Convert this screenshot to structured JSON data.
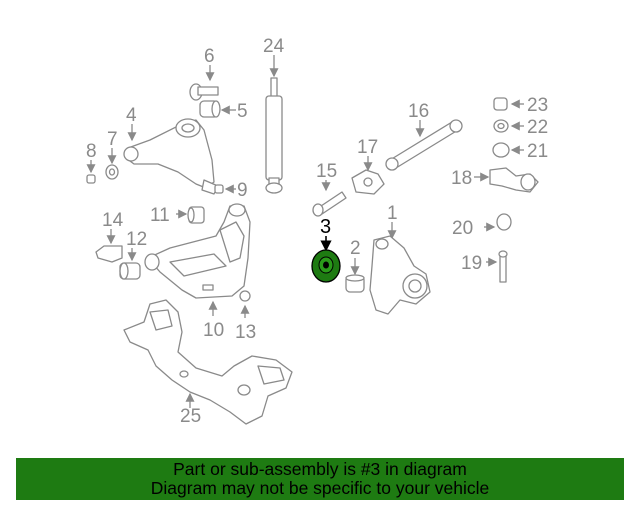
{
  "diagram": {
    "highlight_part": "3",
    "callouts": [
      "1",
      "2",
      "3",
      "4",
      "5",
      "6",
      "7",
      "8",
      "9",
      "10",
      "11",
      "12",
      "13",
      "14",
      "15",
      "16",
      "17",
      "18",
      "19",
      "20",
      "21",
      "22",
      "23",
      "24",
      "25"
    ],
    "colors": {
      "lines": "#8a8a8a",
      "highlight": "#1e7b12",
      "banner": "#1e7b12"
    }
  },
  "banner": {
    "line1": "Part or sub-assembly is #3 in diagram",
    "line2": "Diagram may not be specific to your vehicle"
  }
}
